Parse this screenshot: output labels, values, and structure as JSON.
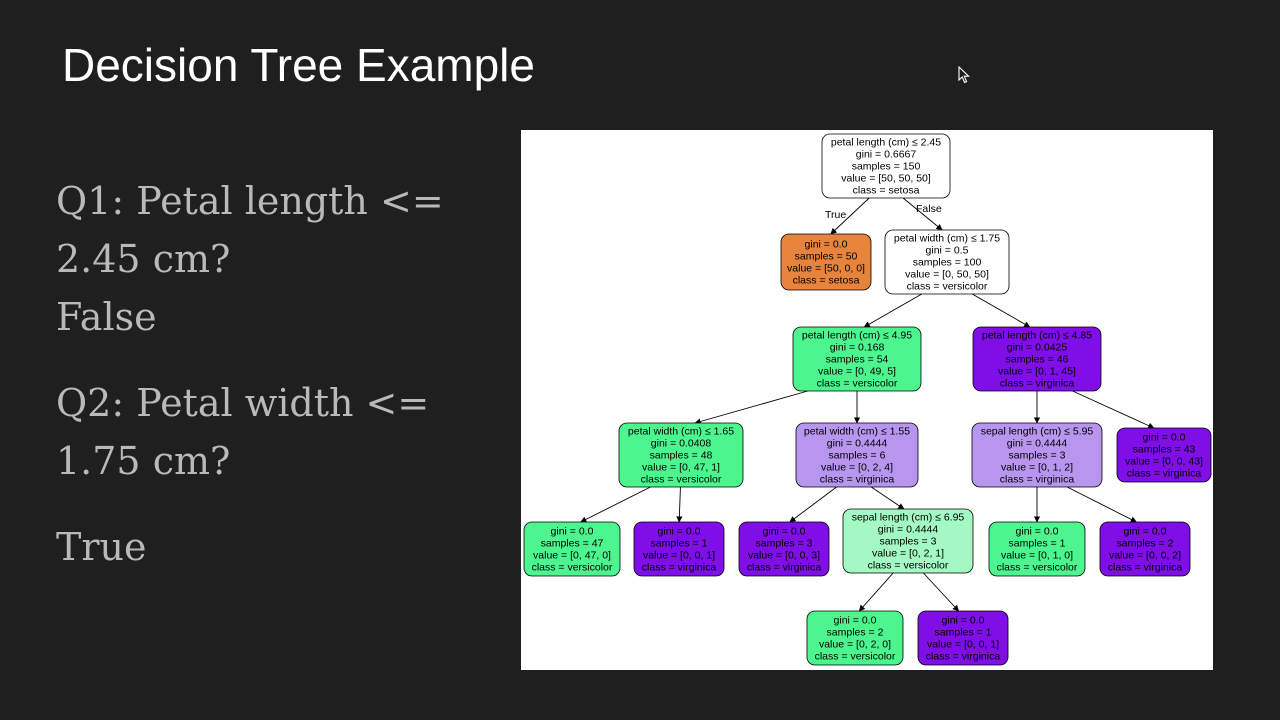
{
  "slide": {
    "title": "Decision Tree Example"
  },
  "questions": {
    "q1_line1": "Q1: Petal length <=",
    "q1_line2": "2.45 cm?",
    "q1_answer": "False",
    "q2_line1": "Q2: Petal width <=",
    "q2_line2": "1.75 cm?",
    "q2_answer": "True"
  },
  "icons": {
    "cursor": "mouse-pointer-icon"
  },
  "colors": {
    "background": "#1f1f1f",
    "title": "#ffffff",
    "question_text": "#b9b9b9",
    "setosa": "#e6843d",
    "versicolor_strong": "#4cf58e",
    "versicolor_light": "#a3f8c3",
    "virginica_strong": "#7f0fe6",
    "virginica_light": "#b895ee",
    "neutral": "#ffffff"
  },
  "tree": {
    "edge_labels": {
      "true": "True",
      "false": "False"
    },
    "nodes": [
      {
        "id": "n0",
        "fill": "#ffffff",
        "lines": [
          "petal length (cm) ≤ 2.45",
          "gini = 0.6667",
          "samples = 150",
          "value = [50, 50, 50]",
          "class = setosa"
        ]
      },
      {
        "id": "n1",
        "fill": "#e6843d",
        "lines": [
          "gini = 0.0",
          "samples = 50",
          "value = [50, 0, 0]",
          "class = setosa"
        ]
      },
      {
        "id": "n2",
        "fill": "#ffffff",
        "lines": [
          "petal width (cm) ≤ 1.75",
          "gini = 0.5",
          "samples = 100",
          "value = [0, 50, 50]",
          "class = versicolor"
        ]
      },
      {
        "id": "n3",
        "fill": "#4cf58e",
        "lines": [
          "petal length (cm) ≤ 4.95",
          "gini = 0.168",
          "samples = 54",
          "value = [0, 49, 5]",
          "class = versicolor"
        ]
      },
      {
        "id": "n4",
        "fill": "#7f0fe6",
        "lines": [
          "petal length (cm) ≤ 4.85",
          "gini = 0.0425",
          "samples = 46",
          "value = [0, 1, 45]",
          "class = virginica"
        ]
      },
      {
        "id": "n5",
        "fill": "#4cf58e",
        "lines": [
          "petal width (cm) ≤ 1.65",
          "gini = 0.0408",
          "samples = 48",
          "value = [0, 47, 1]",
          "class = versicolor"
        ]
      },
      {
        "id": "n6",
        "fill": "#b895ee",
        "lines": [
          "petal width (cm) ≤ 1.55",
          "gini = 0.4444",
          "samples = 6",
          "value = [0, 2, 4]",
          "class = virginica"
        ]
      },
      {
        "id": "n7",
        "fill": "#b895ee",
        "lines": [
          "sepal length (cm) ≤ 5.95",
          "gini = 0.4444",
          "samples = 3",
          "value = [0, 1, 2]",
          "class = virginica"
        ]
      },
      {
        "id": "n8",
        "fill": "#7f0fe6",
        "lines": [
          "gini = 0.0",
          "samples = 43",
          "value = [0, 0, 43]",
          "class = virginica"
        ]
      },
      {
        "id": "n9",
        "fill": "#4cf58e",
        "lines": [
          "gini = 0.0",
          "samples = 47",
          "value = [0, 47, 0]",
          "class = versicolor"
        ]
      },
      {
        "id": "n10",
        "fill": "#7f0fe6",
        "lines": [
          "gini = 0.0",
          "samples = 1",
          "value = [0, 0, 1]",
          "class = virginica"
        ]
      },
      {
        "id": "n11",
        "fill": "#7f0fe6",
        "lines": [
          "gini = 0.0",
          "samples = 3",
          "value = [0, 0, 3]",
          "class = virginica"
        ]
      },
      {
        "id": "n12",
        "fill": "#a3f8c3",
        "lines": [
          "sepal length (cm) ≤ 6.95",
          "gini = 0.4444",
          "samples = 3",
          "value = [0, 2, 1]",
          "class = versicolor"
        ]
      },
      {
        "id": "n13",
        "fill": "#4cf58e",
        "lines": [
          "gini = 0.0",
          "samples = 1",
          "value = [0, 1, 0]",
          "class = versicolor"
        ]
      },
      {
        "id": "n14",
        "fill": "#7f0fe6",
        "lines": [
          "gini = 0.0",
          "samples = 2",
          "value = [0, 0, 2]",
          "class = virginica"
        ]
      },
      {
        "id": "n15",
        "fill": "#4cf58e",
        "lines": [
          "gini = 0.0",
          "samples = 2",
          "value = [0, 2, 0]",
          "class = versicolor"
        ]
      },
      {
        "id": "n16",
        "fill": "#7f0fe6",
        "lines": [
          "gini = 0.0",
          "samples = 1",
          "value = [0, 0, 1]",
          "class = virginica"
        ]
      }
    ],
    "edges": [
      {
        "from": "n0",
        "to": "n1"
      },
      {
        "from": "n0",
        "to": "n2"
      },
      {
        "from": "n2",
        "to": "n3"
      },
      {
        "from": "n2",
        "to": "n4"
      },
      {
        "from": "n3",
        "to": "n5"
      },
      {
        "from": "n3",
        "to": "n6"
      },
      {
        "from": "n4",
        "to": "n7"
      },
      {
        "from": "n4",
        "to": "n8"
      },
      {
        "from": "n5",
        "to": "n9"
      },
      {
        "from": "n5",
        "to": "n10"
      },
      {
        "from": "n6",
        "to": "n11"
      },
      {
        "from": "n6",
        "to": "n12"
      },
      {
        "from": "n7",
        "to": "n13"
      },
      {
        "from": "n7",
        "to": "n14"
      },
      {
        "from": "n12",
        "to": "n15"
      },
      {
        "from": "n12",
        "to": "n16"
      }
    ]
  }
}
